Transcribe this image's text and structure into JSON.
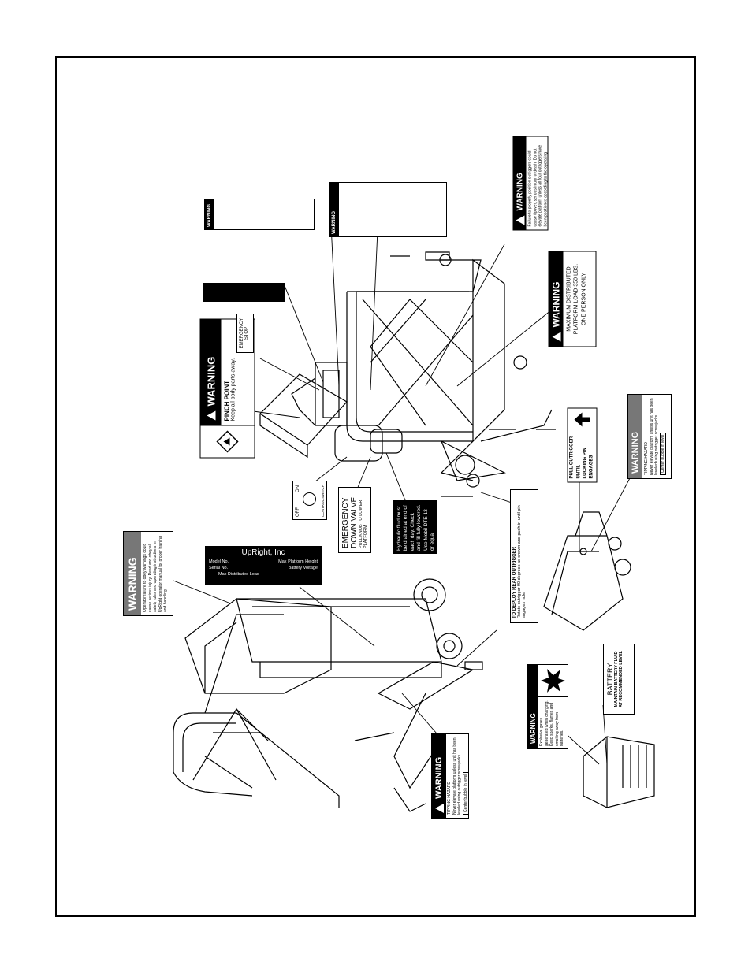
{
  "labels": {
    "warning_word": "WARNING",
    "pinch_point": {
      "title": "PINCH POINT",
      "text": "Keep all body parts away."
    },
    "emergency_stop": "EMERGENCY STOP",
    "platform_load": {
      "line1": "MAXIMUM DISTRIBUTED",
      "line2": "PLATFORM LOAD 350 LBS.",
      "line3": "ONE PERSON ONLY"
    },
    "tipping_hazard_right": {
      "title": "TIPPING HAZARD",
      "text": "Never elevate platform unless unit has been leveled using outrigger screwjacks.",
      "boxed": "Center bubble in level"
    },
    "tipping_hazard_left": {
      "title": "TIPPING HAZARD",
      "text": "Never elevate platform unless unit has been leveled using outrigger screwjacks.",
      "boxed": "Center bubble in level"
    },
    "outrigger_warning": {
      "text": "Failure to properly position outriggers could cause tipover, serious injury or death. Do not elevate platform unless all four outriggers have been positioned according to the operating instructions in UpRight operator manual."
    },
    "pull_outrigger": {
      "line1": "PULL OUTRIGGER UNTIL",
      "line2": "LOCKING PIN ENGAGES"
    },
    "deploy_rear_outrigger": {
      "title": "TO DEPLOY REAR OUTRIGGER",
      "text": "Rotate outrigger 90 degrees as shown and push in until pin engages hole."
    },
    "emergency_down": {
      "line1": "EMERGENCY",
      "line2": "DOWN VALVE",
      "sub": "PULL KNOB TO LOWER PLATFORM"
    },
    "hydraulic_fluid": {
      "text": "Hydraulic fluid must be drained at end of each day. Check and fill fully lowered. Use Mobil DTE 13 or equal"
    },
    "control_switch": {
      "on": "ON",
      "off": "OFF",
      "caption": "CONTROL SWITCH"
    },
    "serial_plate": {
      "company": "UpRight, Inc",
      "model_no": "Model No.",
      "max_platform_height": "Max Platform Height",
      "serial_no": "Serial No.",
      "battery_voltage": "Battery Voltage",
      "max_distributed_load": "Max Distributed Load"
    },
    "operator_warning": {
      "text": "Operator failure to obey warnings could cause serious injury. Read and obey all safety rules and operating instructions in UpRight operator manual for proper training and handling."
    },
    "battery": {
      "title": "BATTERY",
      "line1": "MAINTAIN BATTERY FLUID",
      "line2": "AT RECOMMENDED LEVEL"
    },
    "explosive_gas": {
      "text": "Explosive gases generated when charging. Keep sparks, flames and smoking away from batteries."
    }
  },
  "colors": {
    "ink": "#000000",
    "paper": "#ffffff",
    "tipping_band": "#777777"
  },
  "icons": [
    "warning-triangle-icon",
    "pinch-hand-icon",
    "explosion-icon",
    "arrow-up-icon"
  ]
}
